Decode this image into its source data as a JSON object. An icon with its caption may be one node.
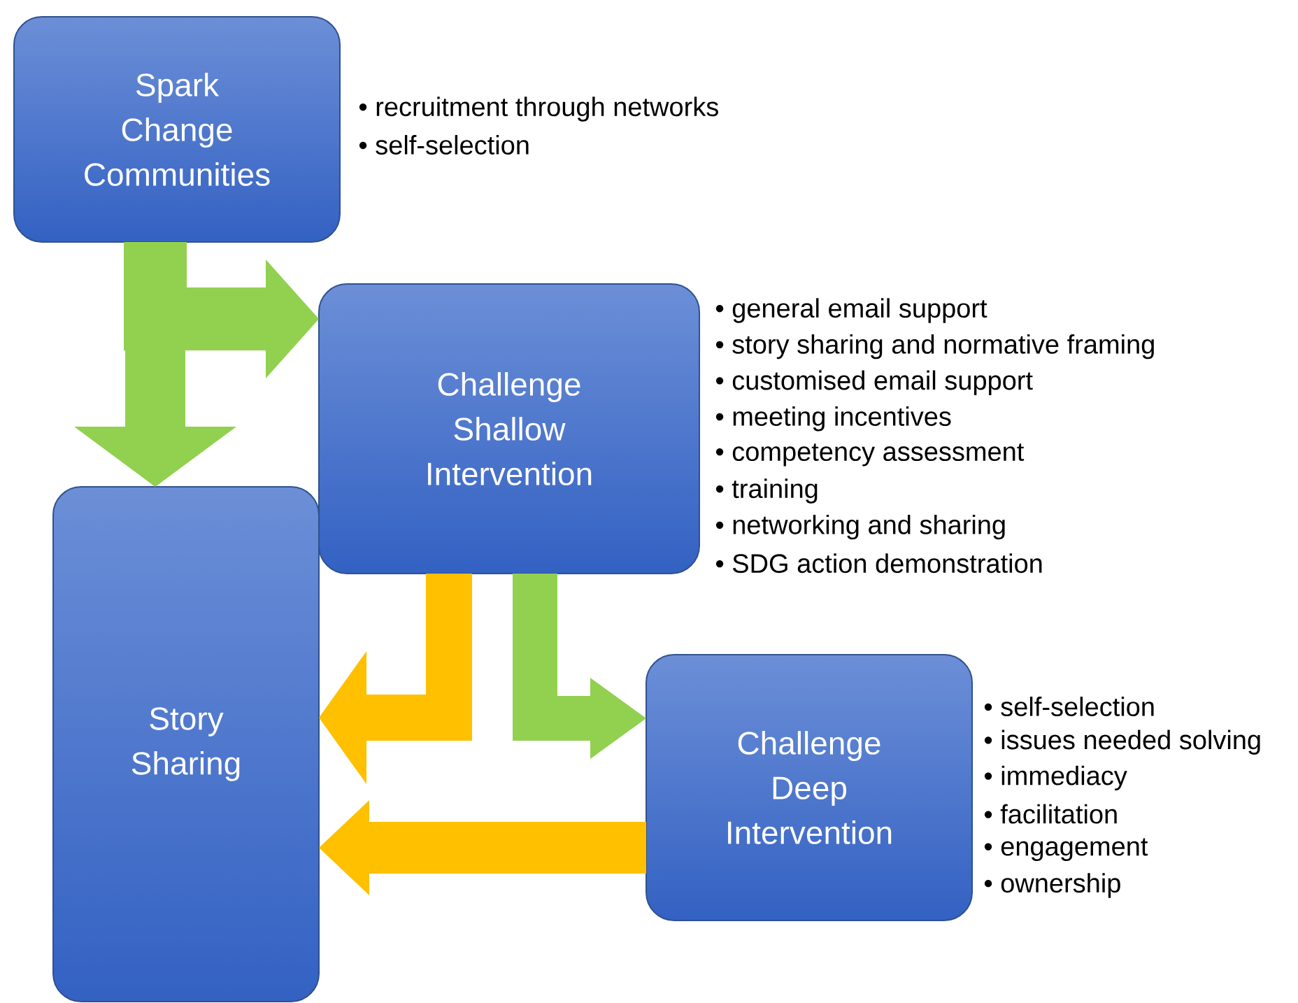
{
  "diagram": {
    "nodes": [
      {
        "text": [
          "Spark Change Communities"
        ],
        "beside": [
          "• recruitment through networks",
          "• self-selection"
        ]
      },
      {
        "text": [
          "Challenge Shallow Intervention"
        ],
        "beside": [
          "• general email support",
          "• story sharing and normative framing",
          "• customised email support",
          "• meeting incentives",
          "• competency assessment",
          "• training",
          "• networking and sharing",
          "• SDG action demonstration"
        ]
      },
      {
        "text": [
          "Story Sharing"
        ]
      },
      {
        "text": [
          "Challenge Deep Intervention"
        ],
        "beside": [
          "• self-selection",
          "• issues needed solving",
          "• immediacy",
          "• facilitation",
          "• engagement",
          "• ownership"
        ]
      }
    ],
    "edges": [
      {
        "from": 0,
        "to": 1,
        "arrow": "to"
      },
      {
        "from": 0,
        "to": 2,
        "arrow": "to"
      },
      {
        "from": 1,
        "to": 2,
        "arrow": "to",
        "color": "#ffc000"
      },
      {
        "from": 1,
        "to": 3,
        "arrow": "to"
      },
      {
        "from": 3,
        "to": 2,
        "arrow": "to",
        "color": "#ffc000"
      }
    ]
  }
}
